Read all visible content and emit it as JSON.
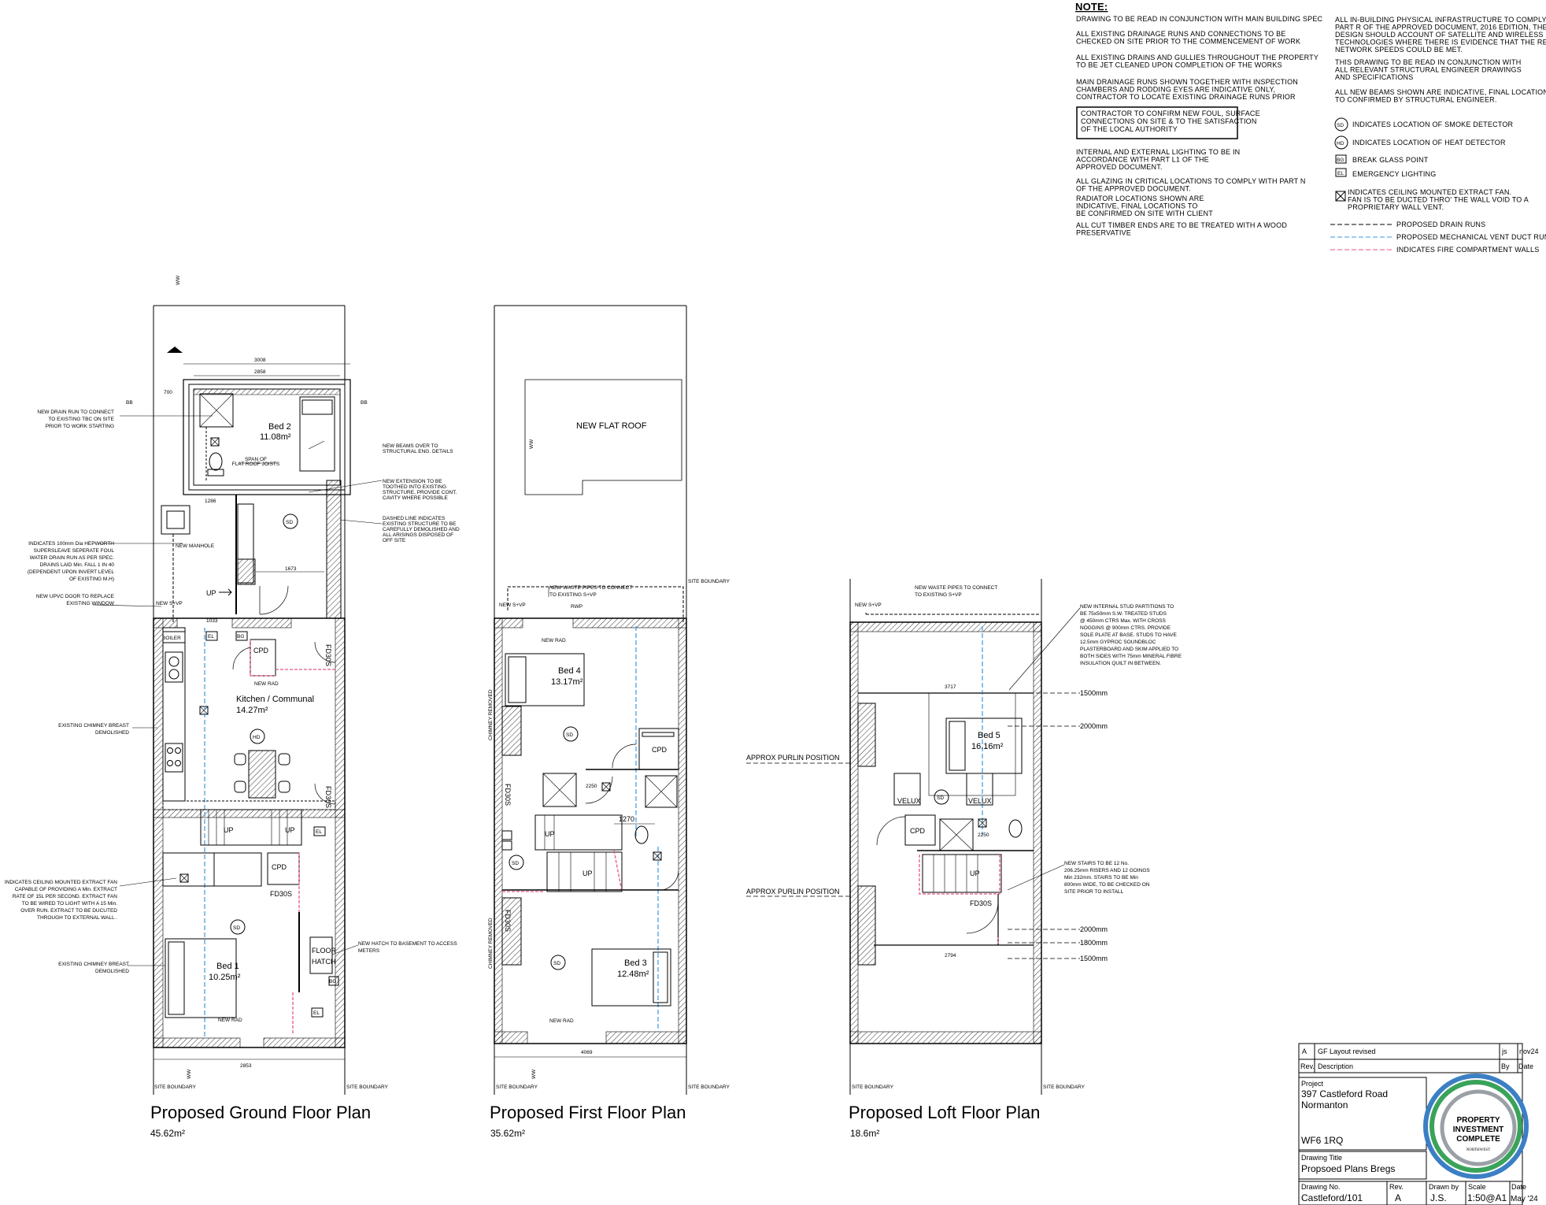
{
  "notes": {
    "heading": "NOTE:",
    "left_column": [
      [
        "DRAWING TO BE READ IN CONJUNCTION WITH MAIN BUILDING SPEC"
      ],
      [
        "ALL EXISTING DRAINAGE RUNS AND CONNECTIONS TO BE",
        "CHECKED ON SITE PRIOR TO THE COMMENCEMENT OF WORK"
      ],
      [
        "ALL EXISTING DRAINS AND GULLIES THROUGHOUT THE PROPERTY",
        "TO BE JET CLEANED UPON COMPLETION OF THE WORKS"
      ],
      [
        "MAIN DRAINAGE RUNS SHOWN TOGETHER WITH INSPECTION",
        "CHAMBERS AND RODDING EYES ARE INDICATIVE ONLY,",
        "CONTRACTOR TO LOCATE EXISTING DRAINAGE RUNS PRIOR"
      ],
      [
        "INTERNAL AND EXTERNAL LIGHTING TO BE IN",
        "ACCORDANCE WITH PART L1 OF THE",
        "APPROVED DOCUMENT."
      ],
      [
        "ALL GLAZING IN CRITICAL LOCATIONS TO COMPLY WITH PART N",
        "OF THE APPROVED DOCUMENT."
      ],
      [
        "RADIATOR LOCATIONS SHOWN ARE",
        "INDICATIVE, FINAL LOCATIONS TO",
        "BE CONFIRMED ON SITE WITH CLIENT"
      ],
      [
        "ALL CUT TIMBER ENDS ARE TO BE TREATED WITH A WOOD",
        "PRESERVATIVE"
      ]
    ],
    "boxed_note": [
      "CONTRACTOR TO CONFIRM NEW FOUL, SURFACE",
      "CONNECTIONS ON SITE & TO THE SATISFACTION",
      "OF THE LOCAL AUTHORITY"
    ],
    "right_column": [
      [
        "ALL IN-BUILDING PHYSICAL INFRASTRUCTURE TO COMPLY WITH",
        "PART R OF THE APPROVED DOCUMENT, 2016 EDITION, THE",
        "DESIGN SHOULD ACCOUNT OF SATELLITE AND WIRELESS",
        "TECHNOLOGIES WHERE THERE IS EVIDENCE THAT THE REQUIRED",
        "NETWORK SPEEDS COULD BE MET."
      ],
      [
        "THIS DRAWING TO BE READ IN CONJUNCTION WITH",
        "ALL RELEVANT STRUCTURAL ENGINEER DRAWINGS",
        "AND SPECIFICATIONS"
      ],
      [
        "ALL NEW BEAMS SHOWN ARE INDICATIVE, FINAL LOCATIONS",
        "TO CONFIRMED BY STRUCTURAL ENGINEER."
      ]
    ]
  },
  "legend": {
    "items": [
      {
        "symbol": "SD",
        "text": "INDICATES LOCATION OF SMOKE DETECTOR"
      },
      {
        "symbol": "HD",
        "text": "INDICATES LOCATION OF HEAT DETECTOR"
      },
      {
        "symbol": "BG",
        "text": "BREAK GLASS POINT"
      },
      {
        "symbol": "EL",
        "text": "EMERGENCY LIGHTING"
      }
    ],
    "fan_text": [
      "INDICATES CEILING MOUNTED EXTRACT FAN.",
      "FAN IS TO BE DUCTED THRO' THE WALL VOID TO A",
      "PROPRIETARY WALL VENT."
    ],
    "lines": [
      {
        "text": "PROPOSED DRAIN RUNS",
        "color": "#000000"
      },
      {
        "text": "PROPOSED MECHANICAL VENT DUCT RUNS",
        "color": "#3b9ae1"
      },
      {
        "text": "INDICATES FIRE COMPARTMENT WALLS",
        "color": "#e8548a"
      }
    ]
  },
  "plans": {
    "ground": {
      "title": "Proposed Ground Floor Plan",
      "area": "45.62m²",
      "rooms": [
        {
          "name": "Bed 2",
          "area": "11.08m²"
        },
        {
          "name": "Kitchen  /  Communal",
          "area": "14.27m²"
        },
        {
          "name": "Bed 1",
          "area": "10.25m²"
        }
      ],
      "labels": {
        "cpd": "CPD",
        "cpd2": "CPD",
        "boiler": "BOILER",
        "floor": "FLOOR",
        "hatch": "HATCH",
        "up": "UP",
        "up2": "UP",
        "up3": "UP",
        "fd30s": "FD30S",
        "fd30s2": "FD30S",
        "fd30s3": "FD30S",
        "sd": "SD",
        "sd2": "SD",
        "hd": "HD",
        "el": "EL",
        "el2": "EL",
        "el3": "EL",
        "bg": "BG",
        "bg2": "BG",
        "site_boundary": "SITE BOUNDARY",
        "bb": "BB",
        "ww": "WW",
        "new_manhole": "NEW MANHOLE",
        "new_svp": "NEW S+VP",
        "new_rad": "NEW RAD",
        "dim_top_outer": "3008",
        "dim_top_inner": "2858",
        "dim_bottom": "2853",
        "dim_1673": "1673",
        "dim_1033": "1033",
        "dim_1286": "1286",
        "dim_700": "700"
      },
      "callouts": {
        "drain_connect": [
          "NEW DRAIN RUN TO CONNECT",
          "TO EXISTING TBC ON SITE",
          "PRIOR TO WORK STARTING"
        ],
        "hepworth": [
          "INDICATES 100mm Dia HEPWORTH",
          "SUPERSLEAVE SEPERATE FOUL",
          "WATER DRAIN RUN AS PER SPEC.",
          "DRAINS LAID Min. FALL 1 IN 40",
          "(DEPENDENT UPON INVERT LEVEL",
          "OF EXISTING M.H)"
        ],
        "upvc_door": [
          "NEW UPVC DOOR TO REPLACE",
          "EXISTING WINDOW"
        ],
        "chimney1": [
          "EXISTING CHIMNEY BREAST",
          "DEMOLISHED"
        ],
        "extract_fan": [
          "INDICATES CEILING MOUNTED EXTRACT FAN",
          "CAPABLE OF PROVIDING A Min. EXTRACT",
          "RATE OF 15L PER SECOND. EXTRACT FAN",
          "TO BE WIRED TO LIGHT WITH A 15 Min.",
          "OVER RUN. EXTRACT TO BE DUCUTED",
          "THROUGH TO EXTERNAL WALL ."
        ],
        "chimney2": [
          "EXISTING CHIMNEY BREAST",
          "DEMOLISHED"
        ],
        "new_beams": [
          "NEW BEAMS OVER TO",
          "STRUCTURAL ENG. DETAILS"
        ],
        "new_extension": [
          "NEW EXTENSION TO BE",
          "TOOTHED INTO EXISTING",
          "STRUCTURE, PROVIDE CONT.",
          "CAVITY WHERE POSSIBLE"
        ],
        "dashed_line": [
          "DASHED LINE INDICATES",
          "EXISTING STRUCTURE TO BE",
          "CAREFULLY DEMOLISHED AND",
          "ALL ARISINGS DISPOSED OF",
          "OFF SITE"
        ],
        "hatch": [
          "NEW HATCH TO BASEMENT TO ACCESS",
          "METERS"
        ],
        "span": [
          "SPAN OF",
          "FLAT ROOF JOISTS"
        ]
      }
    },
    "first": {
      "title": "Proposed First Floor Plan",
      "area": "35.62m²",
      "rooms": [
        {
          "name": "Bed 4",
          "area": "13.17m²"
        },
        {
          "name": "Bed 3",
          "area": "12.48m²"
        }
      ],
      "labels": {
        "new_flat_roof": "NEW FLAT ROOF",
        "cpd": "CPD",
        "up": "UP",
        "up2": "UP",
        "rwp": "RWP",
        "fd30s": "FD30S",
        "fd30s2": "FD30S",
        "sd": "SD",
        "sd2": "SD",
        "sd3": "SD",
        "chimney_removed": "CHIMNEY REMOVED",
        "chimney_removed2": "CHIMNEY REMOVED",
        "site_boundary": "SITE BOUNDARY",
        "new_svp": "NEW S+VP",
        "new_rad": "NEW RAD",
        "ww": "WW",
        "dim_1270": "1270",
        "dim_4069": "4069",
        "dim_2250": "2250"
      },
      "callouts": {
        "waste": [
          "NEW WASTE PIPES TO CONNECT",
          "TO EXISTING S+VP"
        ]
      }
    },
    "loft": {
      "title": "Proposed Loft Floor Plan",
      "area": "18.6m²",
      "rooms": [
        {
          "name": "Bed 5",
          "area": "16.16m²"
        }
      ],
      "labels": {
        "cpd": "CPD",
        "up": "UP",
        "fd30s": "FD30S",
        "sd": "SD",
        "velux": "VELUX",
        "velux2": "VELUX",
        "site_boundary": "SITE BOUNDARY",
        "new_svp": "NEW S+VP",
        "dim_3717": "3717",
        "dim_2794": "2794",
        "dim_2250": "2250",
        "h1500": "1500mm",
        "h2000": "2000mm",
        "h2000b": "2000mm",
        "h1800": "1800mm",
        "h1500b": "1500mm",
        "purlin1": "APPROX PURLIN POSITION",
        "purlin2": "APPROX PURLIN POSITION"
      },
      "callouts": {
        "waste": [
          "NEW WASTE PIPES TO CONNECT",
          "TO EXISTING S+VP"
        ],
        "partitions": [
          "NEW INTERNAL STUD PARTITIONS TO",
          "BE 75x50mm S.W. TREATED STUDS",
          "@ 450mm CTRS Max. WITH CROSS",
          "NOGGINS @ 900mm CTRS. PROVIDE",
          "SOLE PLATE AT BASE. STUDS TO HAVE",
          "12.5mm GYPROC SOUNDBLOC",
          "PLASTERBOARD AND SKIM APPLIED TO",
          "BOTH SIDES WITH 75mm MINERAL FIBRE",
          "INSULATION QUILT IN BETWEEN."
        ],
        "stairs": [
          "NEW STAIRS TO BE 12 No.",
          "206.25mm RISERS AND 12 GOINGS",
          "Min 232mm. STAIRS TO BE Min",
          "800mm WIDE, TO BE CHECKED ON",
          "SITE PRIOR TO INSTALL"
        ]
      }
    }
  },
  "title_block": {
    "revision": {
      "rev": "A",
      "description": "GF Layout revised",
      "by": "js",
      "date": "nov24"
    },
    "headers": {
      "rev": "Rev.",
      "description": "Description",
      "by": "By",
      "date": "Date"
    },
    "project_label": "Project",
    "project_lines": [
      "397 Castleford Road",
      "Normanton"
    ],
    "postcode": "WF6 1RQ",
    "drawing_title_label": "Drawing Title",
    "drawing_title": "Propsoed Plans Bregs",
    "drawing_no_label": "Drawing No.",
    "drawing_no": "Castleford/101",
    "rev_label": "Rev.",
    "rev": "A",
    "drawn_by_label": "Drawn by",
    "drawn_by": "J.S.",
    "scale_label": "Scale",
    "scale": "1:50@A1",
    "date_label": "Date",
    "date": "May '24"
  },
  "logo": {
    "lines": [
      "PROPERTY",
      "INVESTMENT",
      "COMPLETE"
    ],
    "sub": "NORTHWEST",
    "colors": {
      "blue": "#3b7fc4",
      "green": "#3aa35a",
      "grey": "#9aa0a6"
    }
  }
}
